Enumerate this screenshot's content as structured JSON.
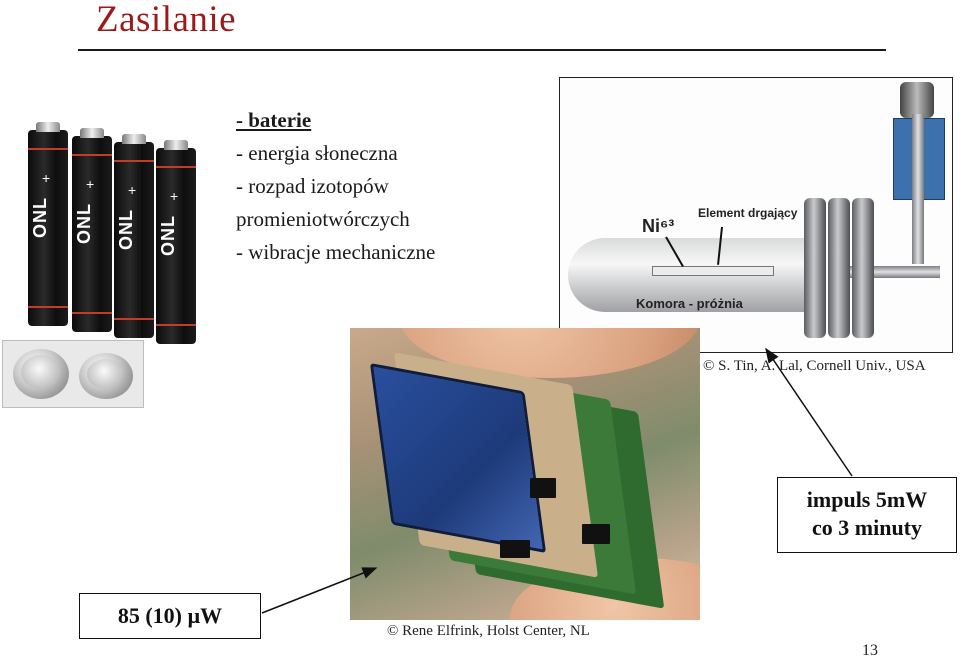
{
  "slide": {
    "title": "Zasilanie",
    "bullets": [
      "- baterie",
      "- energia słoneczna",
      "- rozpad izotopów",
      "promieniotwórczych",
      "- wibracje mechaniczne"
    ],
    "page_number": "13"
  },
  "photo_isotope": {
    "label_isotope": "Ni⁶³",
    "label_element": "Element drgający",
    "label_chamber": "Komora - próżnia",
    "credit": "© S. Tin, A. Lal, Cornell Univ., USA"
  },
  "photo_solar": {
    "credit": "© Rene Elfrink, Holst Center, NL"
  },
  "boxes": {
    "power": "85 (10) µW",
    "pulse_line1": "impuls 5mW",
    "pulse_line2": "co 3 minuty"
  },
  "colors": {
    "title": "#9b1b1b",
    "text": "#1a1a1a",
    "battery_body": "#111111",
    "battery_accent": "#c43b2a",
    "chamber_blue": "#3d71ad",
    "pcb_green": "#2f6b2f"
  },
  "batteries": {
    "brand": "ONL"
  }
}
